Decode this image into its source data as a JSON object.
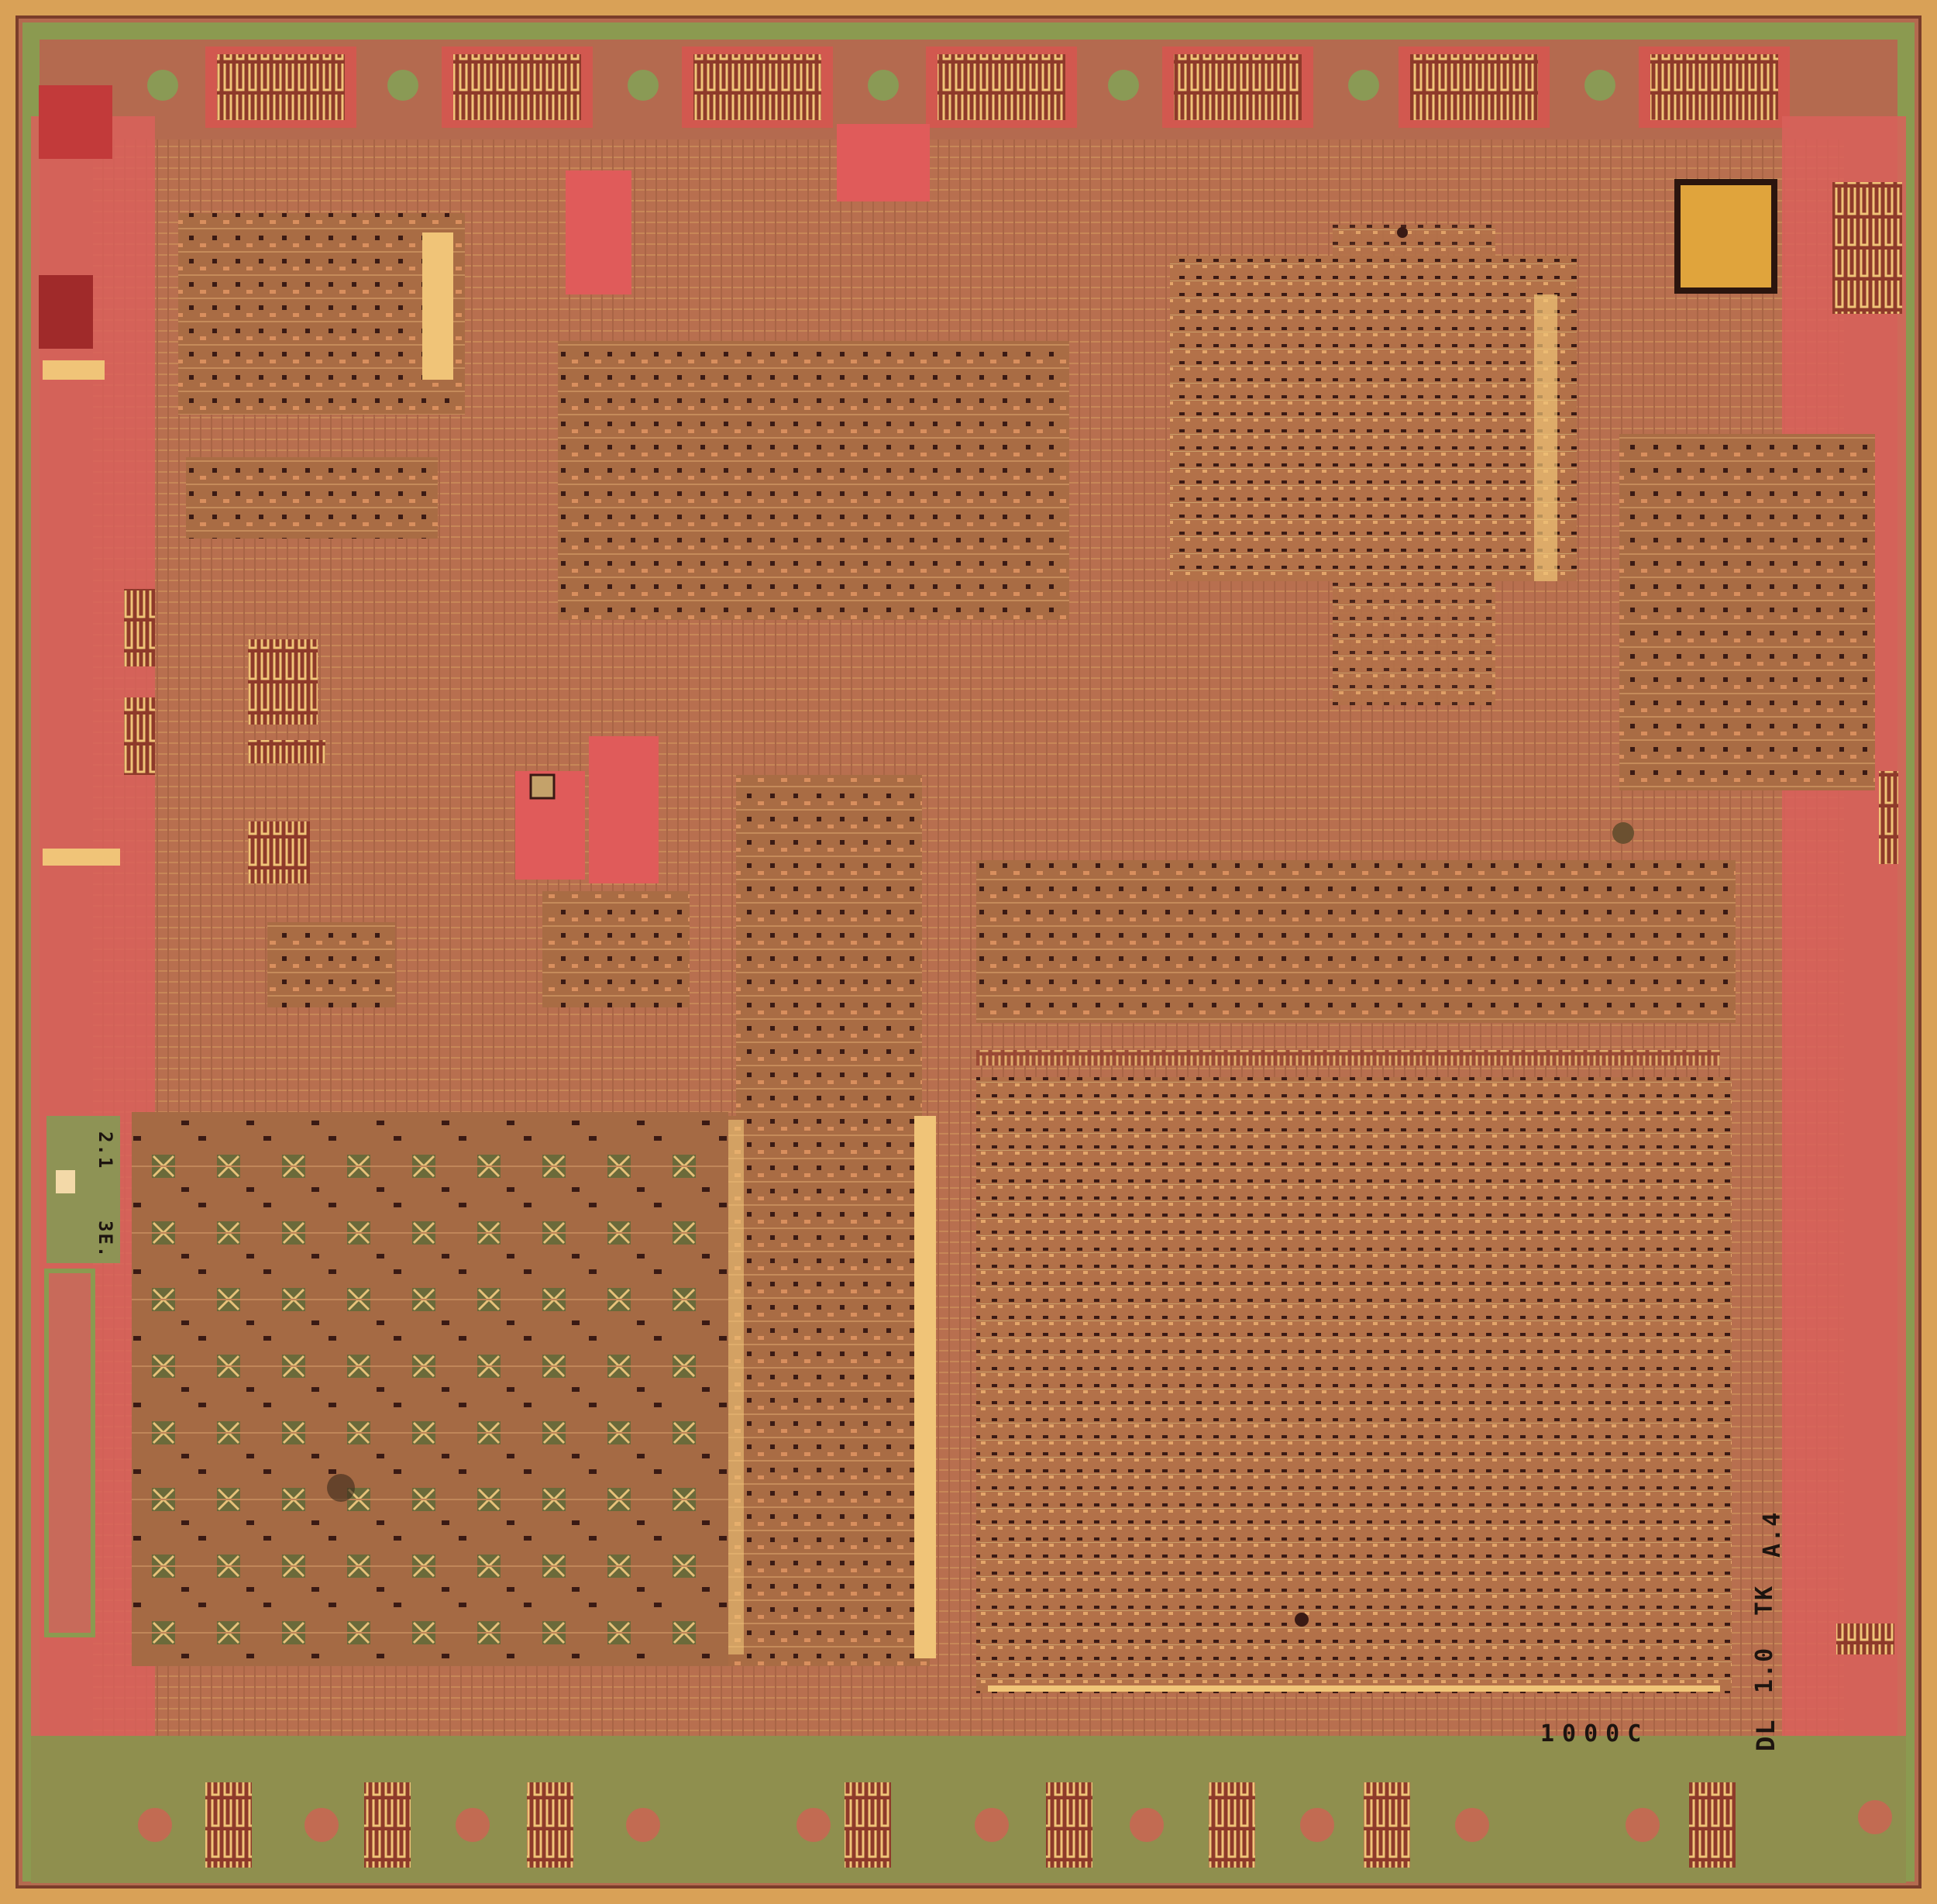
{
  "image": {
    "subject": "Integrated circuit die micrograph",
    "colors": {
      "rim": "#d9a157",
      "metal_fill": "#b96d52",
      "pink_region": "#e4645c",
      "green_region": "#8d8f4c",
      "gold": "#e9c070",
      "dark_via": "#3a1a14",
      "bond_pad": "#c2624f"
    }
  },
  "markings": {
    "revision_right": "A.4",
    "code_tk": "TK",
    "code_10": "1.0",
    "code_dl": "DL",
    "part_number": "1000C",
    "left_code_a": "2.1",
    "left_code_b": "3E."
  }
}
